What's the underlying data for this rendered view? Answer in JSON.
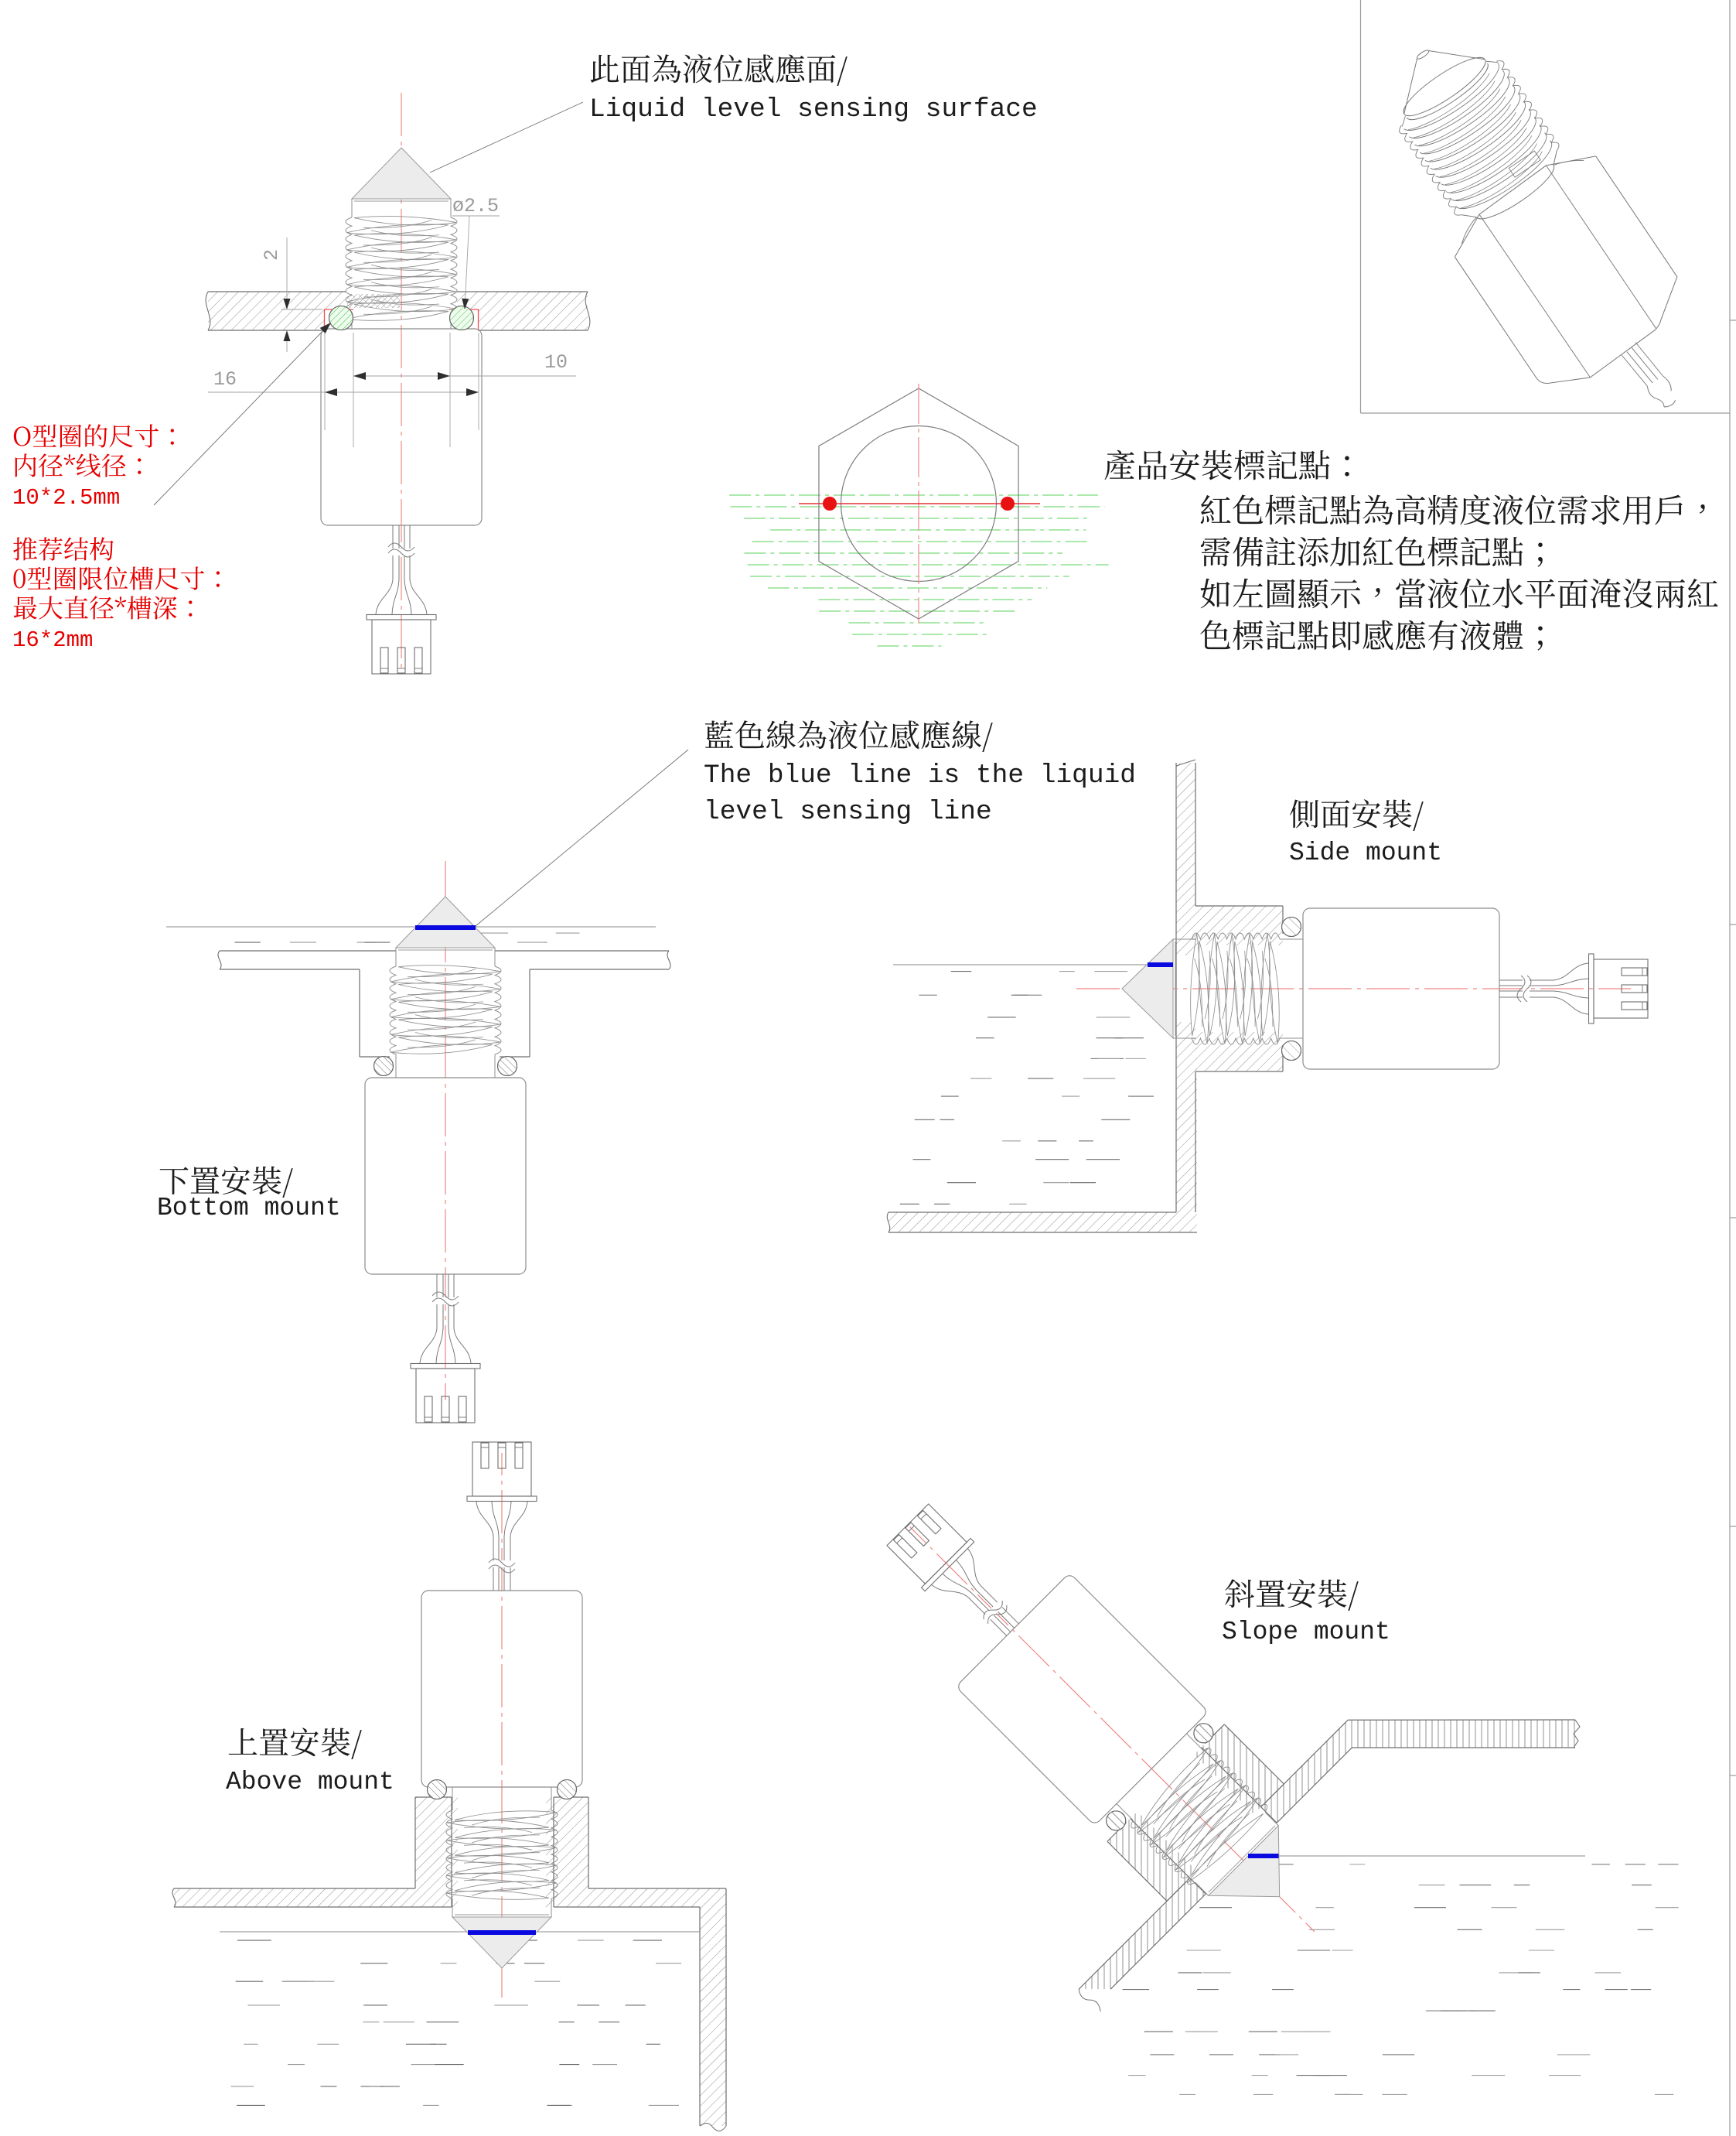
{
  "document": {
    "type": "technical drawing",
    "product": "liquid level sensor installation drawing"
  },
  "colors": {
    "sensing_blue": "#0a0ae0",
    "accent_red": "#e60000",
    "dot_red": "#e81212",
    "centerline_red": "#ee8883",
    "oring_green": "#3dc83d",
    "water_green": "#79d979",
    "line_gray": "#6f6f6f",
    "dim_gray": "#9a9a9a",
    "cone_gray": "#ececec"
  },
  "labels": {
    "sensing_surface": {
      "zh": "此面為液位感應面/",
      "en": "Liquid level sensing surface"
    },
    "sensing_line": {
      "zh": "藍色線為液位感應線/",
      "en_line1": "The blue line is the liquid",
      "en_line2": "level sensing line"
    },
    "bottom_mount": {
      "zh": "下置安裝/",
      "en": "Bottom mount"
    },
    "side_mount": {
      "zh": "側面安裝/",
      "en": "Side mount"
    },
    "above_mount": {
      "zh": "上置安裝/",
      "en": "Above mount"
    },
    "slope_mount": {
      "zh": "斜置安裝/",
      "en": "Slope mount"
    }
  },
  "notes": {
    "oring_size": [
      "O型圈的尺寸：",
      "内径*线径：",
      "10*2.5mm"
    ],
    "groove_size": [
      "推荐结构",
      "0型圈限位槽尺寸：",
      "最大直径*槽深：",
      "16*2mm"
    ],
    "marking": [
      "產品安裝標記點：",
      "紅色標記點為高精度液位需求用戶，",
      "需備註添加紅色標記點；",
      "如左圖顯示，當液位水平面淹沒兩紅",
      "色標記點即感應有液體；"
    ]
  },
  "dimensions": {
    "groove_depth": "2",
    "oring_wire_diameter": "ø2.5",
    "groove_outer_diameter": "16",
    "oring_inner_diameter": "10"
  }
}
